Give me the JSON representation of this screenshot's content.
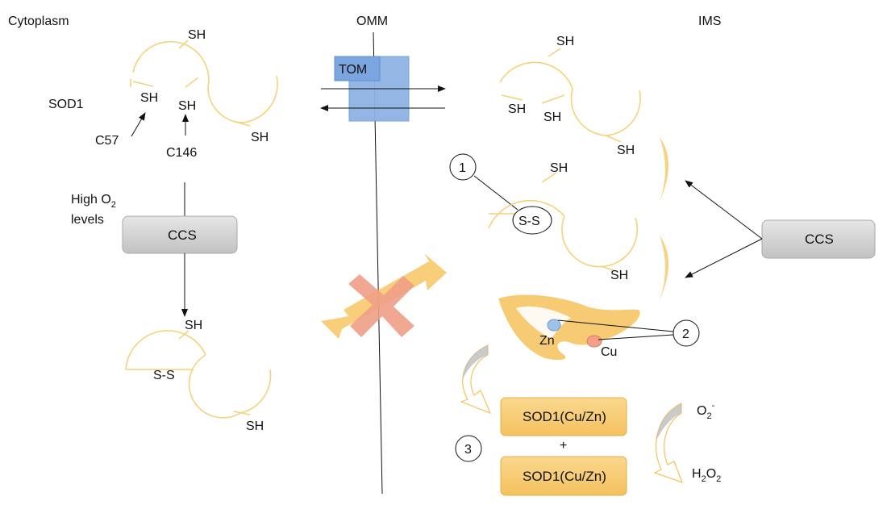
{
  "headers": {
    "cytoplasm": "Cytoplasm",
    "omm": "OMM",
    "ims": "IMS"
  },
  "cytoplasm": {
    "sod1_label": "SOD1",
    "sh_top": "SH",
    "sh_left": "SH",
    "sh_mid": "SH",
    "sh_right": "SH",
    "c57": "C57",
    "c146": "C146",
    "high_o2": "High O",
    "high_o2_sub": "2",
    "levels": "levels",
    "ccs": "CCS",
    "sh_lower_top": "SH",
    "ss_lower": "S-S",
    "sh_lower_bottom": "SH"
  },
  "membrane": {
    "tom": "TOM"
  },
  "ims": {
    "sh_a1": "SH",
    "sh_a2": "SH",
    "sh_a3": "SH",
    "sh_a4": "SH",
    "marker1": "1",
    "sh_b1": "SH",
    "ss_b": "S-S",
    "sh_b2": "SH",
    "ccs": "CCS",
    "zn": "Zn",
    "cu": "Cu",
    "marker2": "2",
    "marker3": "3",
    "sod1_box1": "SOD1(Cu/Zn)",
    "plus": "+",
    "sod1_box2": "SOD1(Cu/Zn)",
    "o2": "O",
    "o2_sub": "2",
    "o2_sup": "-",
    "h2o2_h": "H",
    "h2o2_sub1": "2",
    "h2o2_o": "O",
    "h2o2_sub2": "2"
  },
  "colors": {
    "tom_fill": "#8fb3e4",
    "tom_dark": "#6f9bd8",
    "ccs_fill": "#c9c9c9",
    "sod_box_fill": "#f7cc76",
    "arrow_fill": "#f6c25a",
    "cross_fill": "#ee9f86",
    "zn_fill": "#9ec3ea",
    "cu_fill": "#f3a08a",
    "protein_line": "#f3d27a"
  }
}
